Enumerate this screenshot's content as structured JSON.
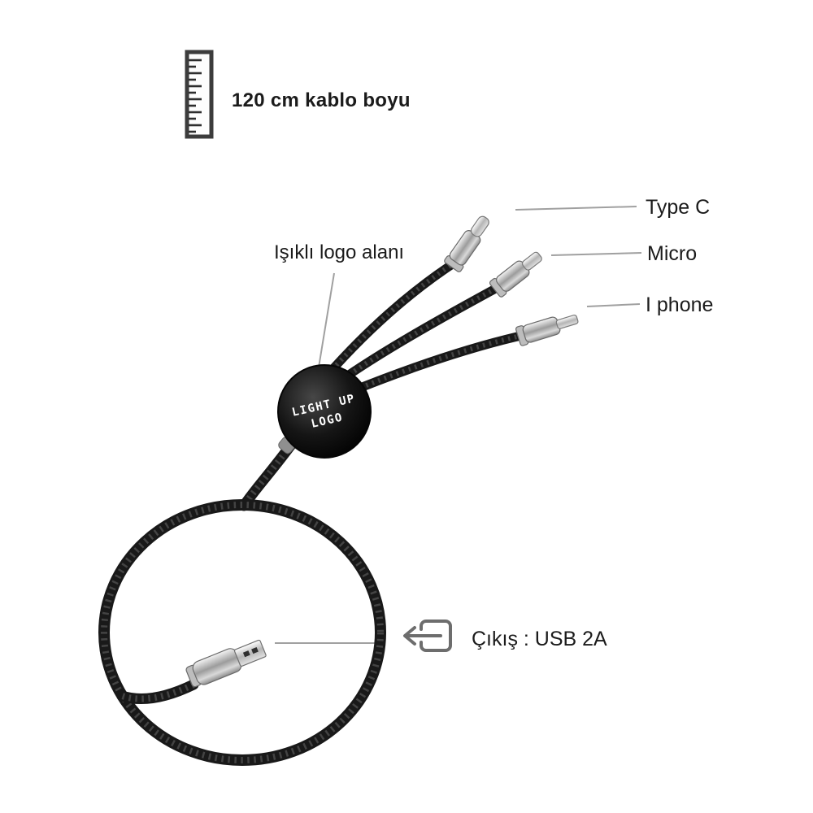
{
  "product": {
    "length_label": "120 cm kablo boyu",
    "logo_label": "Işıklı logo alanı",
    "output_label": "Çıkış : USB 2A",
    "disc": {
      "line1": "LIGHT UP",
      "line2": "LOGO"
    },
    "connectors": [
      {
        "label": "Type C"
      },
      {
        "label": "Micro"
      },
      {
        "label": "I phone"
      }
    ]
  },
  "colors": {
    "background": "#ffffff",
    "cable": "#191919",
    "leader_line": "#a0a0a0",
    "text": "#1b1b1b",
    "metal": "#c9c9c9",
    "disc": "#000000",
    "disc_text": "#ffffff"
  }
}
